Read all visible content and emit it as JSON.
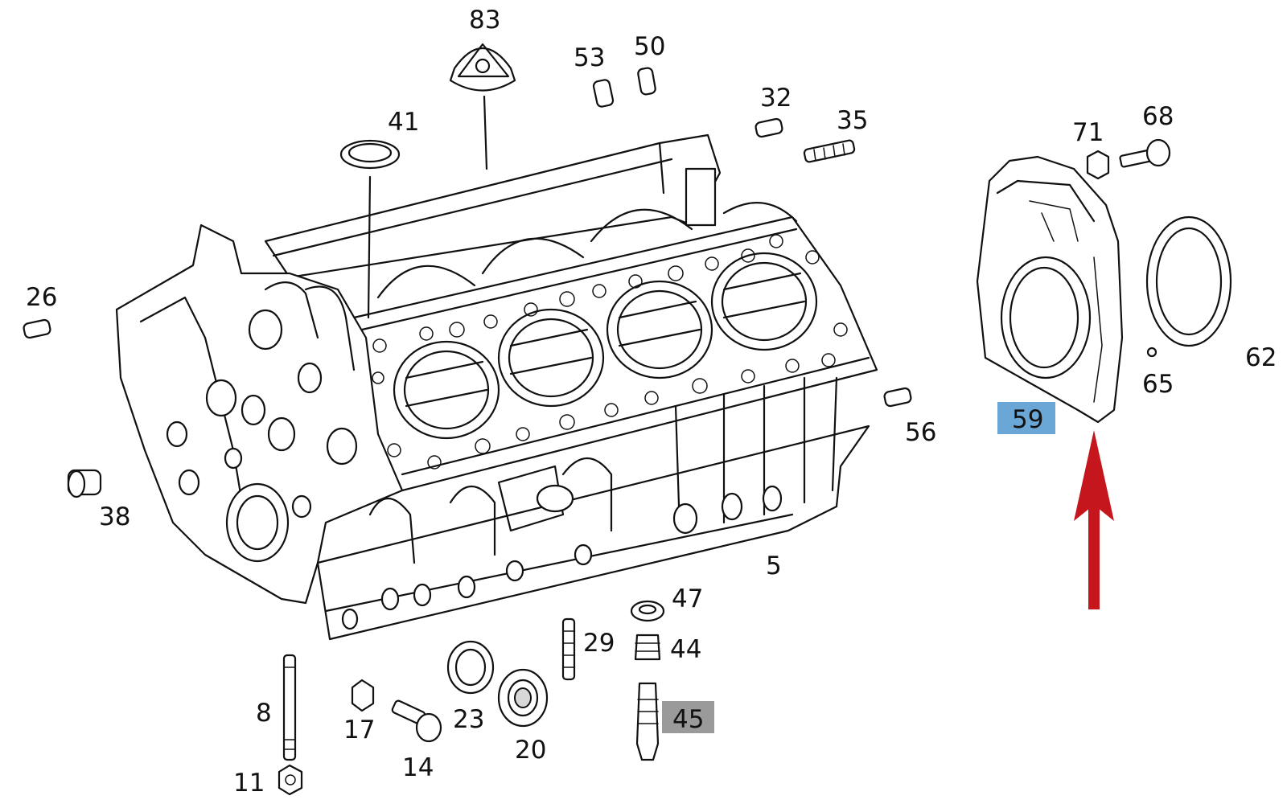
{
  "labels": {
    "p83": "83",
    "p53": "53",
    "p50": "50",
    "p41": "41",
    "p32": "32",
    "p35": "35",
    "p71": "71",
    "p68": "68",
    "p26": "26",
    "p62": "62",
    "p65": "65",
    "p59": "59",
    "p56": "56",
    "p38": "38",
    "p5": "5",
    "p47": "47",
    "p29": "29",
    "p44": "44",
    "p8": "8",
    "p23": "23",
    "p17": "17",
    "p45": "45",
    "p20": "20",
    "p14": "14",
    "p11": "11"
  },
  "highlights": {
    "p59_color": "#6aa6d6",
    "p45_color": "#9a9a9a",
    "arrow_color": "#c4161c"
  }
}
